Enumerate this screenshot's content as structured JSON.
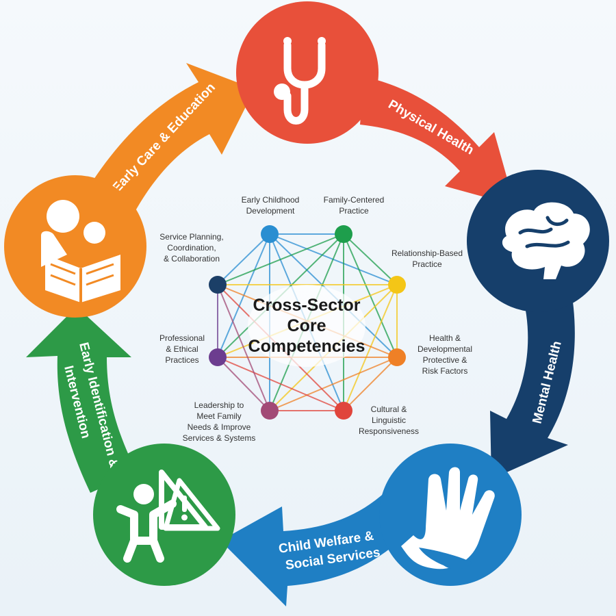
{
  "sectors": [
    {
      "label": "Physical Health",
      "icon": "stethoscope-icon",
      "color": "#e8503a"
    },
    {
      "label": "Mental Health",
      "icon": "brain-icon",
      "color": "#163f6b"
    },
    {
      "label": "Child Welfare &",
      "label2": "Social Services",
      "icon": "hands-icon",
      "color": "#1f7fc4"
    },
    {
      "label": "Early Identification &",
      "label2": "Intervention",
      "icon": "child-warning-icon",
      "color": "#2d9a47"
    },
    {
      "label": "Early Care & Education",
      "icon": "reading-icon",
      "color": "#f28a24"
    }
  ],
  "hub": {
    "title_line1": "Cross-Sector",
    "title_line2": "Core",
    "title_line3": "Competencies"
  },
  "competencies": [
    {
      "lines": [
        "Early Childhood",
        "Development"
      ],
      "color": "#2a8ed1"
    },
    {
      "lines": [
        "Family-Centered",
        "Practice"
      ],
      "color": "#1e9e4c"
    },
    {
      "lines": [
        "Relationship-Based",
        "Practice"
      ],
      "color": "#f4c617"
    },
    {
      "lines": [
        "Health &",
        "Developmental",
        "Protective &",
        "Risk Factors"
      ],
      "color": "#ef8026"
    },
    {
      "lines": [
        "Cultural &",
        "Linguistic",
        "Responsiveness"
      ],
      "color": "#e0453c"
    },
    {
      "lines": [
        "Leadership to",
        "Meet Family",
        "Needs & Improve",
        "Services & Systems"
      ],
      "color": "#a24a76"
    },
    {
      "lines": [
        "Professional",
        "& Ethical",
        "Practices"
      ],
      "color": "#6c3d8f"
    },
    {
      "lines": [
        "Service Planning,",
        "Coordination,",
        "& Collaboration"
      ],
      "color": "#1b3f67"
    }
  ]
}
